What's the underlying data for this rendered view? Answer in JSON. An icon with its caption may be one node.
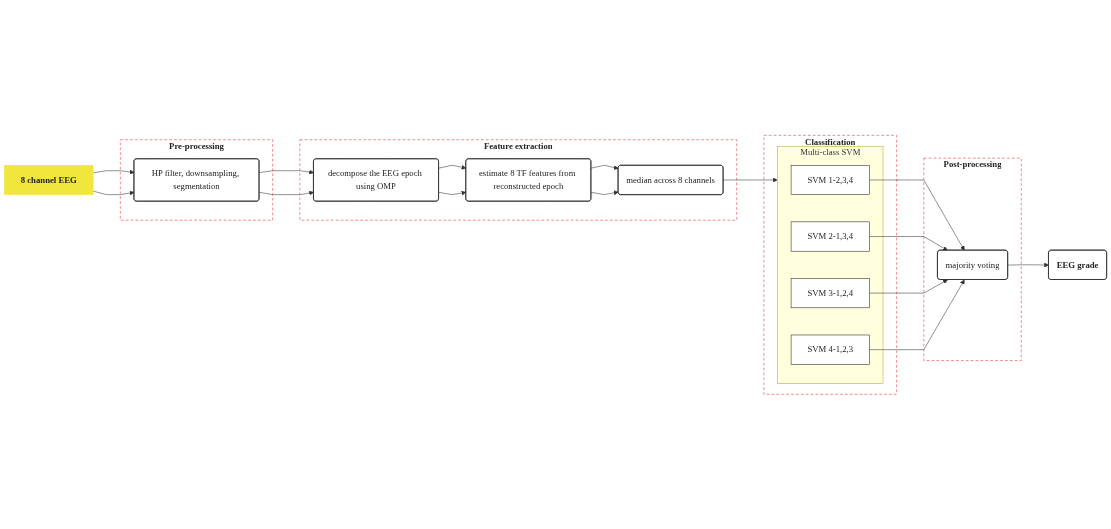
{
  "diagram": {
    "nodes": [
      {
        "text": [
          "8 channel EEG"
        ]
      },
      {
        "text": [
          "Pre-processing"
        ]
      },
      {
        "text": [
          "HP filter, downsampling, segmentation"
        ],
        "in": 1
      },
      {
        "text": [
          "Feature extraction"
        ]
      },
      {
        "text": [
          "decompose the EEG epoch using OMP"
        ],
        "in": 3
      },
      {
        "text": [
          "estimate 8 TF features from reconstructed epoch"
        ],
        "in": 3
      },
      {
        "text": [
          "median across 8 channels"
        ],
        "in": 3
      },
      {
        "text": [
          "Classification"
        ]
      },
      {
        "text": [
          "Multi-class SVM"
        ],
        "in": 7
      },
      {
        "text": [
          "SVM 1-2,3,4"
        ],
        "in": 8
      },
      {
        "text": [
          "SVM 2-1,3,4"
        ],
        "in": 8
      },
      {
        "text": [
          "SVM 3-1,2,4"
        ],
        "in": 8
      },
      {
        "text": [
          "SVM 4-1,2,3"
        ],
        "in": 8
      },
      {
        "text": [
          "Post-processing"
        ]
      },
      {
        "text": [
          "majority voting"
        ],
        "in": 13
      },
      {
        "text": [
          "EEG grade"
        ]
      }
    ],
    "edges": [
      {
        "from": 0,
        "to": 2,
        "arrow": "to"
      },
      {
        "from": 0,
        "to": 2,
        "arrow": "to"
      },
      {
        "from": 2,
        "to": 4,
        "arrow": "to"
      },
      {
        "from": 2,
        "to": 4,
        "arrow": "to"
      },
      {
        "from": 4,
        "to": 5,
        "arrow": "to"
      },
      {
        "from": 4,
        "to": 5,
        "arrow": "to"
      },
      {
        "from": 5,
        "to": 6,
        "arrow": "to"
      },
      {
        "from": 5,
        "to": 6,
        "arrow": "to"
      },
      {
        "from": 6,
        "to": 8,
        "arrow": "to"
      },
      {
        "from": 9,
        "to": 14,
        "arrow": "to"
      },
      {
        "from": 10,
        "to": 14,
        "arrow": "to"
      },
      {
        "from": 11,
        "to": 14,
        "arrow": "to"
      },
      {
        "from": 12,
        "to": 14,
        "arrow": "to"
      },
      {
        "from": 14,
        "to": 15,
        "arrow": "to"
      }
    ]
  }
}
